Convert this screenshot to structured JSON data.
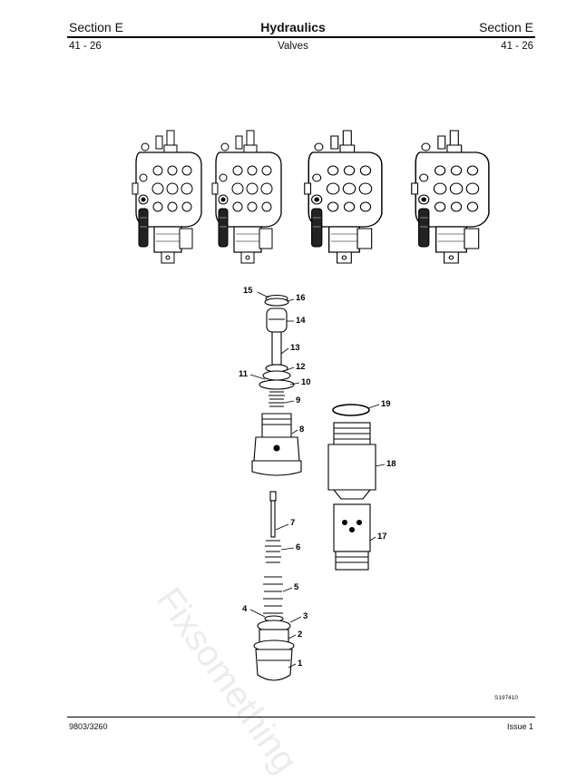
{
  "header": {
    "section_left": "Section E",
    "title": "Hydraulics",
    "section_right": "Section E",
    "page_left": "41 - 26",
    "subtitle": "Valves",
    "page_right": "41 - 26"
  },
  "callouts": [
    "15",
    "16",
    "14",
    "13",
    "12",
    "11",
    "10",
    "9",
    "8",
    "19",
    "18",
    "7",
    "6",
    "5",
    "17",
    "4",
    "3",
    "2",
    "1"
  ],
  "figure_ref": "S197410",
  "watermark": "Fixsomething",
  "footer": {
    "doc_number": "9803/3260",
    "issue": "Issue 1"
  }
}
